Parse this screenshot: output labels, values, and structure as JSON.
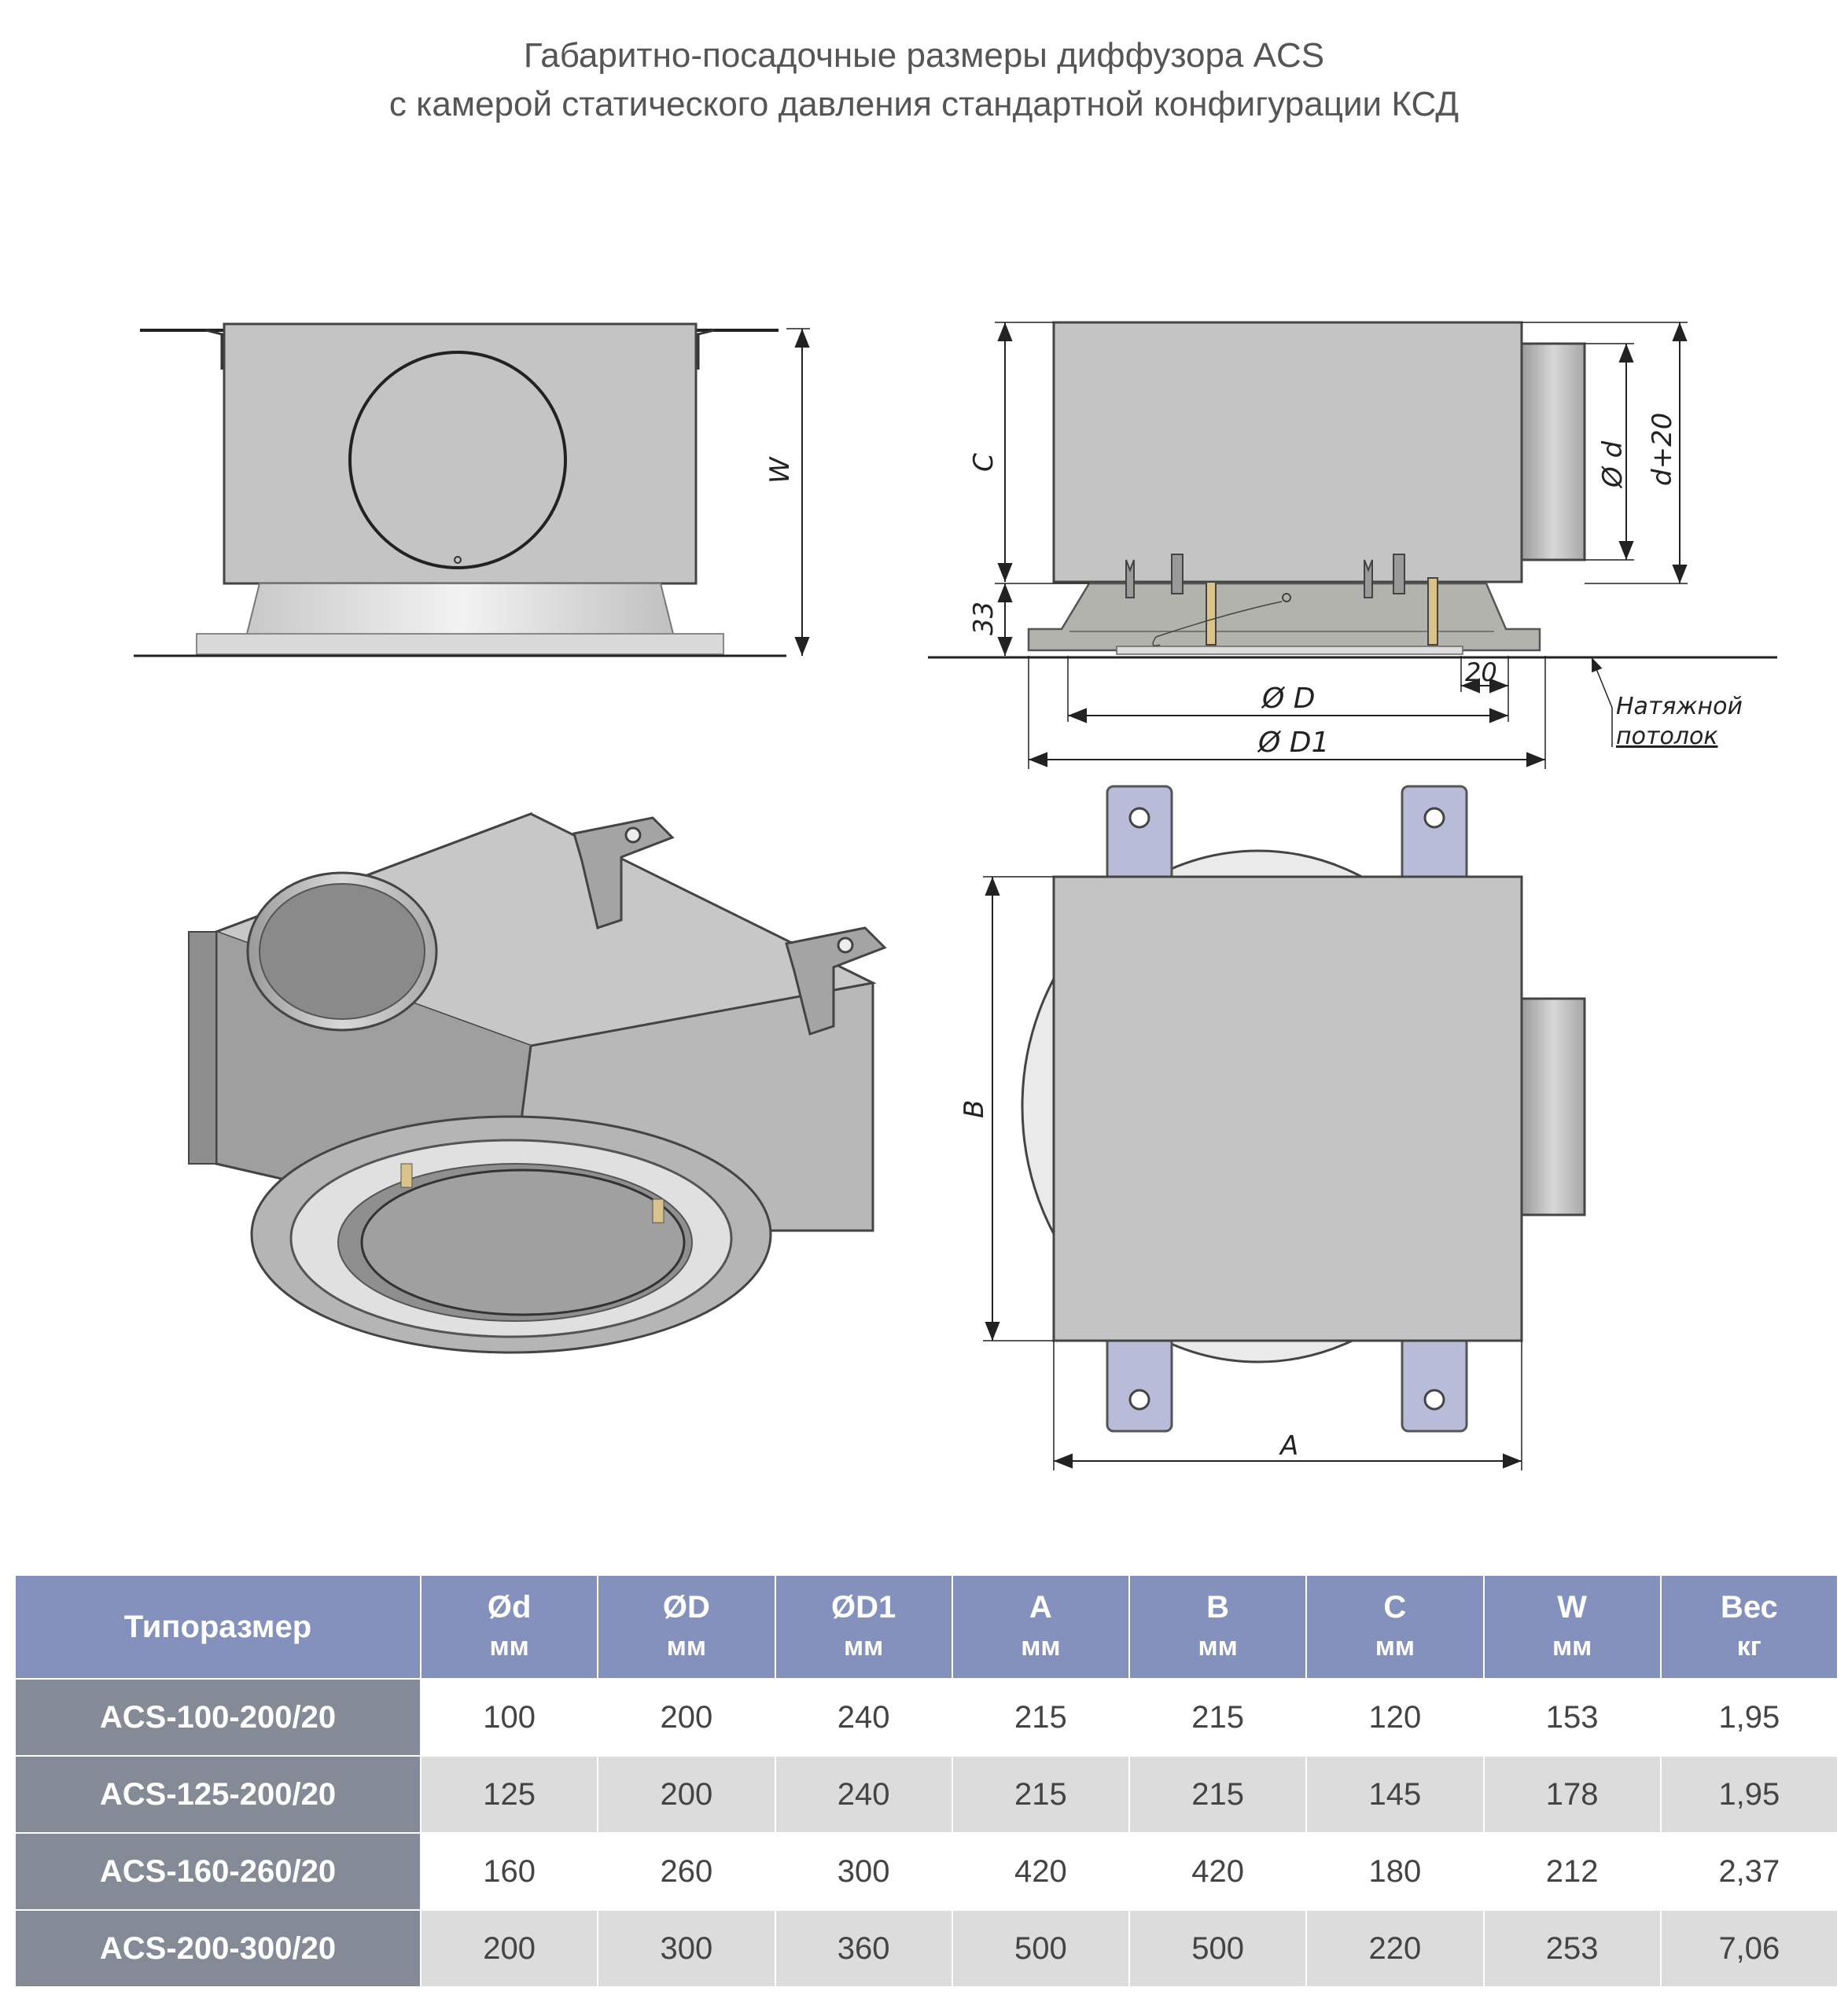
{
  "title": {
    "line1": "Габаритно-посадочные размеры диффузора ACS",
    "line2": "с камерой статического давления стандартной конфигурации КСД"
  },
  "drawing_labels": {
    "W": "W",
    "C": "C",
    "h33": "33",
    "phi_d": "Ø d",
    "d20": "d+20",
    "phi_D": "Ø D",
    "phi_D1": "Ø D1",
    "gap20": "20",
    "ceiling_line1": "Натяжной",
    "ceiling_line2": "потолок",
    "B": "B",
    "A": "A"
  },
  "table": {
    "headers": [
      {
        "name": "Типоразмер",
        "unit": ""
      },
      {
        "name": "Ød",
        "unit": "мм"
      },
      {
        "name": "ØD",
        "unit": "мм"
      },
      {
        "name": "ØD1",
        "unit": "мм"
      },
      {
        "name": "A",
        "unit": "мм"
      },
      {
        "name": "B",
        "unit": "мм"
      },
      {
        "name": "C",
        "unit": "мм"
      },
      {
        "name": "W",
        "unit": "мм"
      },
      {
        "name": "Вес",
        "unit": "кг"
      }
    ],
    "rows": [
      [
        "ACS-100-200/20",
        "100",
        "200",
        "240",
        "215",
        "215",
        "120",
        "153",
        "1,95"
      ],
      [
        "ACS-125-200/20",
        "125",
        "200",
        "240",
        "215",
        "215",
        "145",
        "178",
        "1,95"
      ],
      [
        "ACS-160-260/20",
        "160",
        "260",
        "300",
        "420",
        "420",
        "180",
        "212",
        "2,37"
      ],
      [
        "ACS-200-300/20",
        "200",
        "300",
        "360",
        "500",
        "500",
        "220",
        "253",
        "7,06"
      ]
    ]
  }
}
